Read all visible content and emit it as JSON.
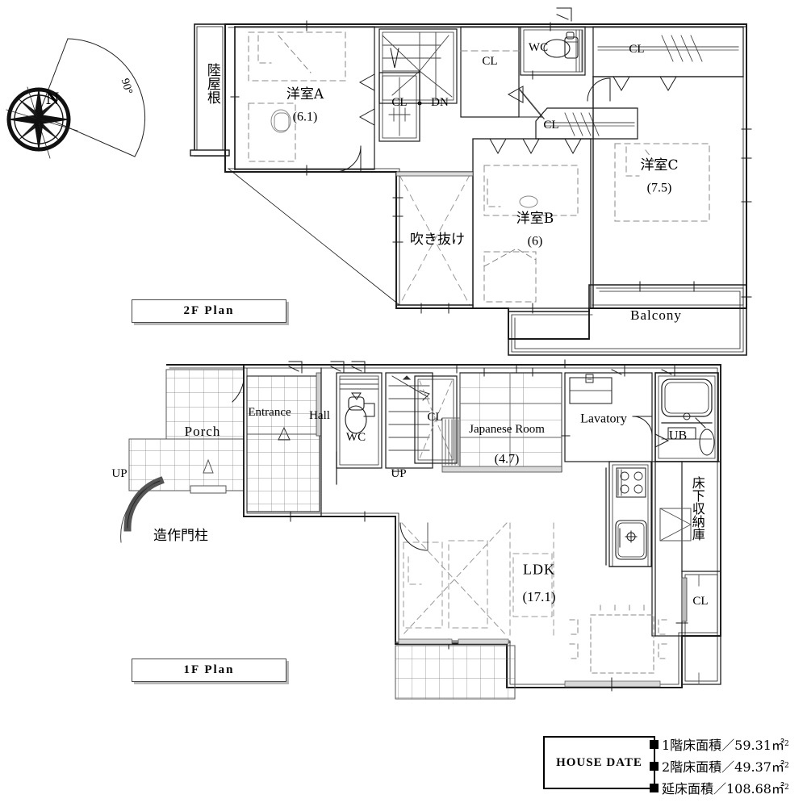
{
  "meta": {
    "document_type": "residential-floor-plan",
    "plans": [
      "2F Plan",
      "1F Plan"
    ]
  },
  "compass": {
    "north_label": "N",
    "angle_label": "90°"
  },
  "plan2f": {
    "title": "2F Plan",
    "rooms": [
      {
        "key": "roof",
        "label": "陸屋根",
        "area": ""
      },
      {
        "key": "room_a",
        "label": "洋室A",
        "area": "(6.1)"
      },
      {
        "key": "room_b",
        "label": "洋室B",
        "area": "(6)"
      },
      {
        "key": "room_c",
        "label": "洋室C",
        "area": "(7.5)"
      },
      {
        "key": "void",
        "label": "吹き抜け",
        "area": ""
      },
      {
        "key": "balcony",
        "label": "Balcony",
        "area": ""
      }
    ],
    "labels": {
      "roof": "陸屋根",
      "room_a": "洋室A",
      "room_a_area": "(6.1)",
      "room_b": "洋室B",
      "room_b_area": "(6)",
      "room_c": "洋室C",
      "room_c_area": "(7.5)",
      "void": "吹き抜け",
      "balcony": "Balcony",
      "wc": "WC",
      "dn": "DN",
      "cl_stair": "CL",
      "cl_hall": "CL",
      "cl_top_right": "CL",
      "cl_mid": "CL"
    }
  },
  "plan1f": {
    "title": "1F Plan",
    "labels": {
      "porch": "Porch",
      "entrance": "Entrance",
      "hall": "Hall",
      "wc": "WC",
      "up_left": "UP",
      "up_stair": "UP",
      "gate_post": "造作門柱",
      "cl_stair": "CL",
      "japanese_room": "Japanese Room",
      "japanese_room_area": "(4.7)",
      "lavatory": "Lavatory",
      "ub": "UB",
      "under_floor_storage": "床下収納庫",
      "ldk": "LDK",
      "ldk_area": "(17.1)",
      "cl_right": "CL"
    }
  },
  "house_data": {
    "box_title": "HOUSE DATE",
    "rows": [
      {
        "label": "1階床面積／59.31",
        "unit": "㎡",
        "sup": "2"
      },
      {
        "label": "2階床面積／49.37",
        "unit": "㎡",
        "sup": "2"
      },
      {
        "label": "延床面積／108.68",
        "unit": "㎡",
        "sup": "2"
      }
    ],
    "row1": "■1階床面積／59.31㎡",
    "row2": "■2階床面積／49.37㎡",
    "row3": "■延床面積／108.68㎡",
    "r1_text": "1階床面積／59.31㎡",
    "r2_text": "2階床面積／49.37㎡",
    "r3_text": "延床面積／108.68㎡"
  },
  "colors": {
    "line": "#1a1a1a",
    "thin": "#555555",
    "hatch": "#8a8a8a",
    "dashed": "#777777",
    "plate_shadow": "#b8b8b8"
  }
}
